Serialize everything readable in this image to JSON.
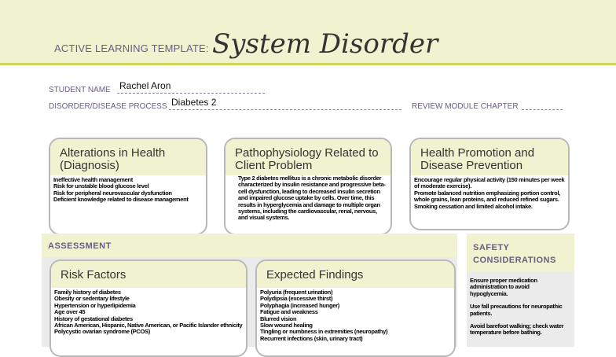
{
  "header": {
    "template_label": "ACTIVE LEARNING TEMPLATE:",
    "title": "System Disorder"
  },
  "form": {
    "student_name_label": "STUDENT NAME",
    "student_name": "Rachel Aron",
    "disorder_label": "DISORDER/DISEASE PROCESS",
    "disorder": "Diabetes 2",
    "review_label": "REVIEW MODULE CHAPTER"
  },
  "alterations": {
    "title": "Alterations in Health (Diagnosis)",
    "items": [
      "Ineffective health management",
      "Risk for unstable blood glucose level",
      "Risk for peripheral neurovascular dysfunction",
      "Deficient knowledge related to disease management"
    ]
  },
  "pathophysiology": {
    "title": "Pathophysiology Related to Client Problem",
    "text": "Type 2 diabetes mellitus is a chronic metabolic disorder characterized by insulin resistance and progressive beta-cell dysfunction, leading to decreased insulin secretion and impaired glucose uptake by cells. Over time, this results in hyperglycemia and damage to multiple organ systems, including the cardiovascular, renal, nervous, and visual systems."
  },
  "health_promotion": {
    "title": "Health Promotion and Disease Prevention",
    "items": [
      "Encourage regular physical activity (150 minutes per week of moderate exercise).",
      "Promote balanced nutrition emphasizing portion control, whole grains, lean proteins, and reduced refined sugars.",
      "Smoking cessation and limited alcohol intake."
    ]
  },
  "assessment": {
    "title": "ASSESSMENT",
    "risk_factors": {
      "title": "Risk Factors",
      "items": [
        "Family history of diabetes",
        "Obesity or sedentary lifestyle",
        "Hypertension or hyperlipidemia",
        "Age over 45",
        "History of gestational diabetes",
        "African American, Hispanic, Native American, or Pacific Islander ethnicity",
        "Polycystic ovarian syndrome (PCOS)"
      ]
    },
    "expected_findings": {
      "title": "Expected Findings",
      "items": [
        "Polyuria (frequent urination)",
        "Polydipsia (excessive thirst)",
        "Polyphagia (increased hunger)",
        "Fatigue and weakness",
        "Blurred vision",
        "Slow wound healing",
        "Tingling or numbness in extremities (neuropathy)",
        "Recurrent infections (skin, urinary tract)"
      ]
    }
  },
  "safety": {
    "title": "SAFETY CONSIDERATIONS",
    "items": [
      "Ensure proper medication administration to avoid hypoglycemia.",
      "Use fall precautions for neuropathic patients.",
      "Avoid barefoot walking; check water temperature before bathing."
    ]
  }
}
